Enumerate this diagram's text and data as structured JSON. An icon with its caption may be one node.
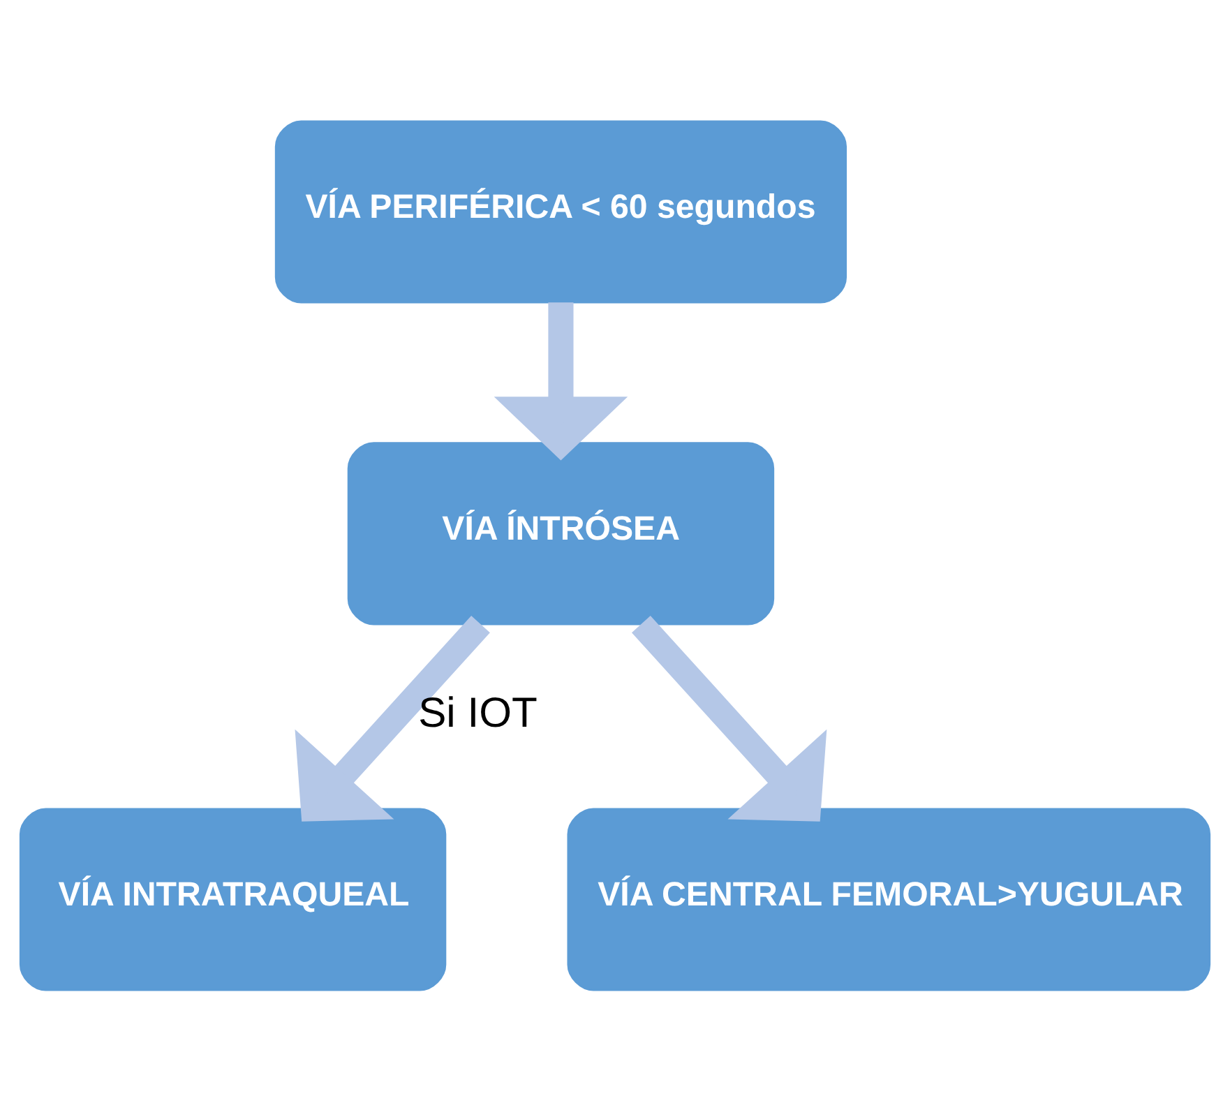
{
  "diagram": {
    "nodes": [
      {
        "text": [
          "VÍA PERIFÉRICA < 60 segundos"
        ]
      },
      {
        "text": [
          "VÍA ÍNTRÓSEA"
        ]
      },
      {
        "text": [
          "VÍA INTRATRAQUEAL"
        ]
      },
      {
        "text": [
          "VÍA CENTRAL FEMORAL>YUGULAR"
        ]
      }
    ],
    "edges": [
      {
        "from": 0,
        "to": 1,
        "arrow": "to"
      },
      {
        "from": 1,
        "to": 2,
        "arrow": "to",
        "label": "Si IOT"
      },
      {
        "from": 1,
        "to": 3,
        "arrow": "to"
      }
    ]
  }
}
